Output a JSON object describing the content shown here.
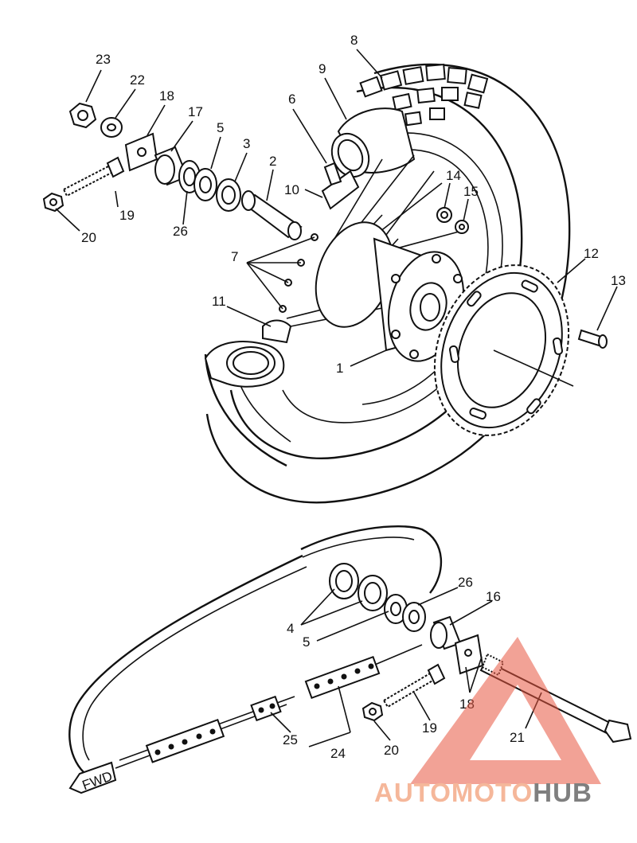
{
  "callouts_upper": [
    {
      "id": "23",
      "text": "23"
    },
    {
      "id": "22",
      "text": "22"
    },
    {
      "id": "18a",
      "text": "18"
    },
    {
      "id": "17",
      "text": "17"
    },
    {
      "id": "5a",
      "text": "5"
    },
    {
      "id": "3",
      "text": "3"
    },
    {
      "id": "2",
      "text": "2"
    },
    {
      "id": "8",
      "text": "8"
    },
    {
      "id": "9",
      "text": "9"
    },
    {
      "id": "6",
      "text": "6"
    },
    {
      "id": "10",
      "text": "10"
    },
    {
      "id": "19a",
      "text": "19"
    },
    {
      "id": "20a",
      "text": "20"
    },
    {
      "id": "26a",
      "text": "26"
    },
    {
      "id": "7",
      "text": "7"
    },
    {
      "id": "14",
      "text": "14"
    },
    {
      "id": "15",
      "text": "15"
    },
    {
      "id": "12",
      "text": "12"
    },
    {
      "id": "13",
      "text": "13"
    },
    {
      "id": "11",
      "text": "11"
    },
    {
      "id": "1",
      "text": "1"
    }
  ],
  "callouts_lower": [
    {
      "id": "26b",
      "text": "26"
    },
    {
      "id": "16",
      "text": "16"
    },
    {
      "id": "4",
      "text": "4"
    },
    {
      "id": "5b",
      "text": "5"
    },
    {
      "id": "18b",
      "text": "18"
    },
    {
      "id": "19b",
      "text": "19"
    },
    {
      "id": "21",
      "text": "21"
    },
    {
      "id": "25",
      "text": "25"
    },
    {
      "id": "24",
      "text": "24"
    },
    {
      "id": "20b",
      "text": "20"
    }
  ],
  "fwd_label": "FWD",
  "watermark": {
    "part1": "AUTOMOTO",
    "part2": "HUB",
    "color_light": "#f5b79a",
    "color_dark": "#7f7f7f",
    "triangle_color": "#e8563f"
  }
}
